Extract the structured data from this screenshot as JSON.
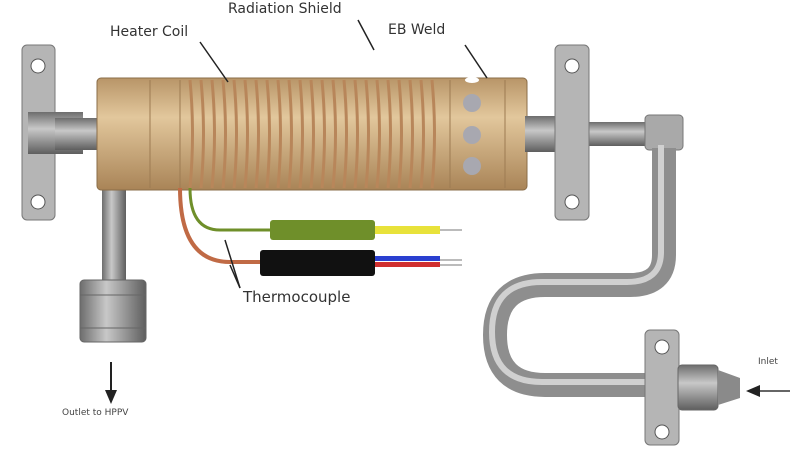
{
  "labels": {
    "radiation_shield": "Radiation Shield",
    "heater_coil": "Heater Coil",
    "eb_weld": "EB Weld",
    "thermocouple": "Thermocouple",
    "outlet": "Outlet to HPPV",
    "inlet": "Inlet"
  },
  "colors": {
    "shield": "#c9a878",
    "coil": "#b8865a",
    "pipe": "#9a9a9a",
    "tc_green": "#6f8f2a",
    "tc_black": "#111111",
    "wire_yellow": "#e8e23a",
    "wire_red": "#d03030",
    "wire_blue": "#2a3fd0"
  }
}
